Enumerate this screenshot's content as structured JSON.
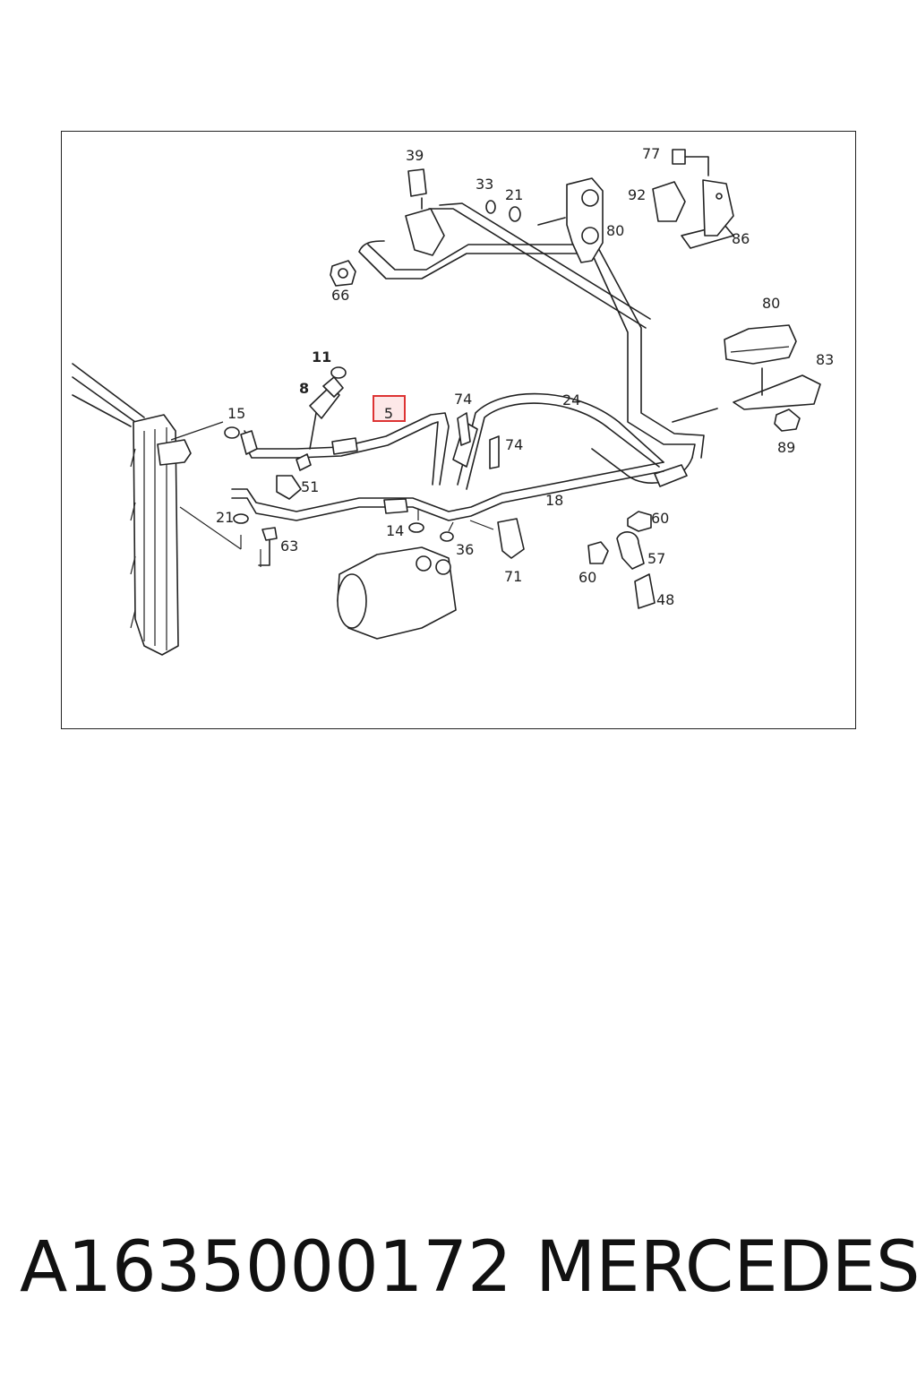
{
  "diagram": {
    "highlight_label": "5",
    "callouts": {
      "c39": "39",
      "c33": "33",
      "c21a": "21",
      "c80a": "80",
      "c77": "77",
      "c92": "92",
      "c86": "86",
      "c66": "66",
      "c80b": "80",
      "c83": "83",
      "c89": "89",
      "c11": "11",
      "c8": "8",
      "c15": "15",
      "c74a": "74",
      "c24": "24",
      "c74b": "74",
      "c51": "51",
      "c21b": "21",
      "c63": "63",
      "c14": "14",
      "c36": "36",
      "c18": "18",
      "c60a": "60",
      "c57": "57",
      "c60b": "60",
      "c71": "71",
      "c48": "48"
    }
  },
  "caption": {
    "part_number": "A1635000172",
    "brand": "MERCEDES"
  }
}
